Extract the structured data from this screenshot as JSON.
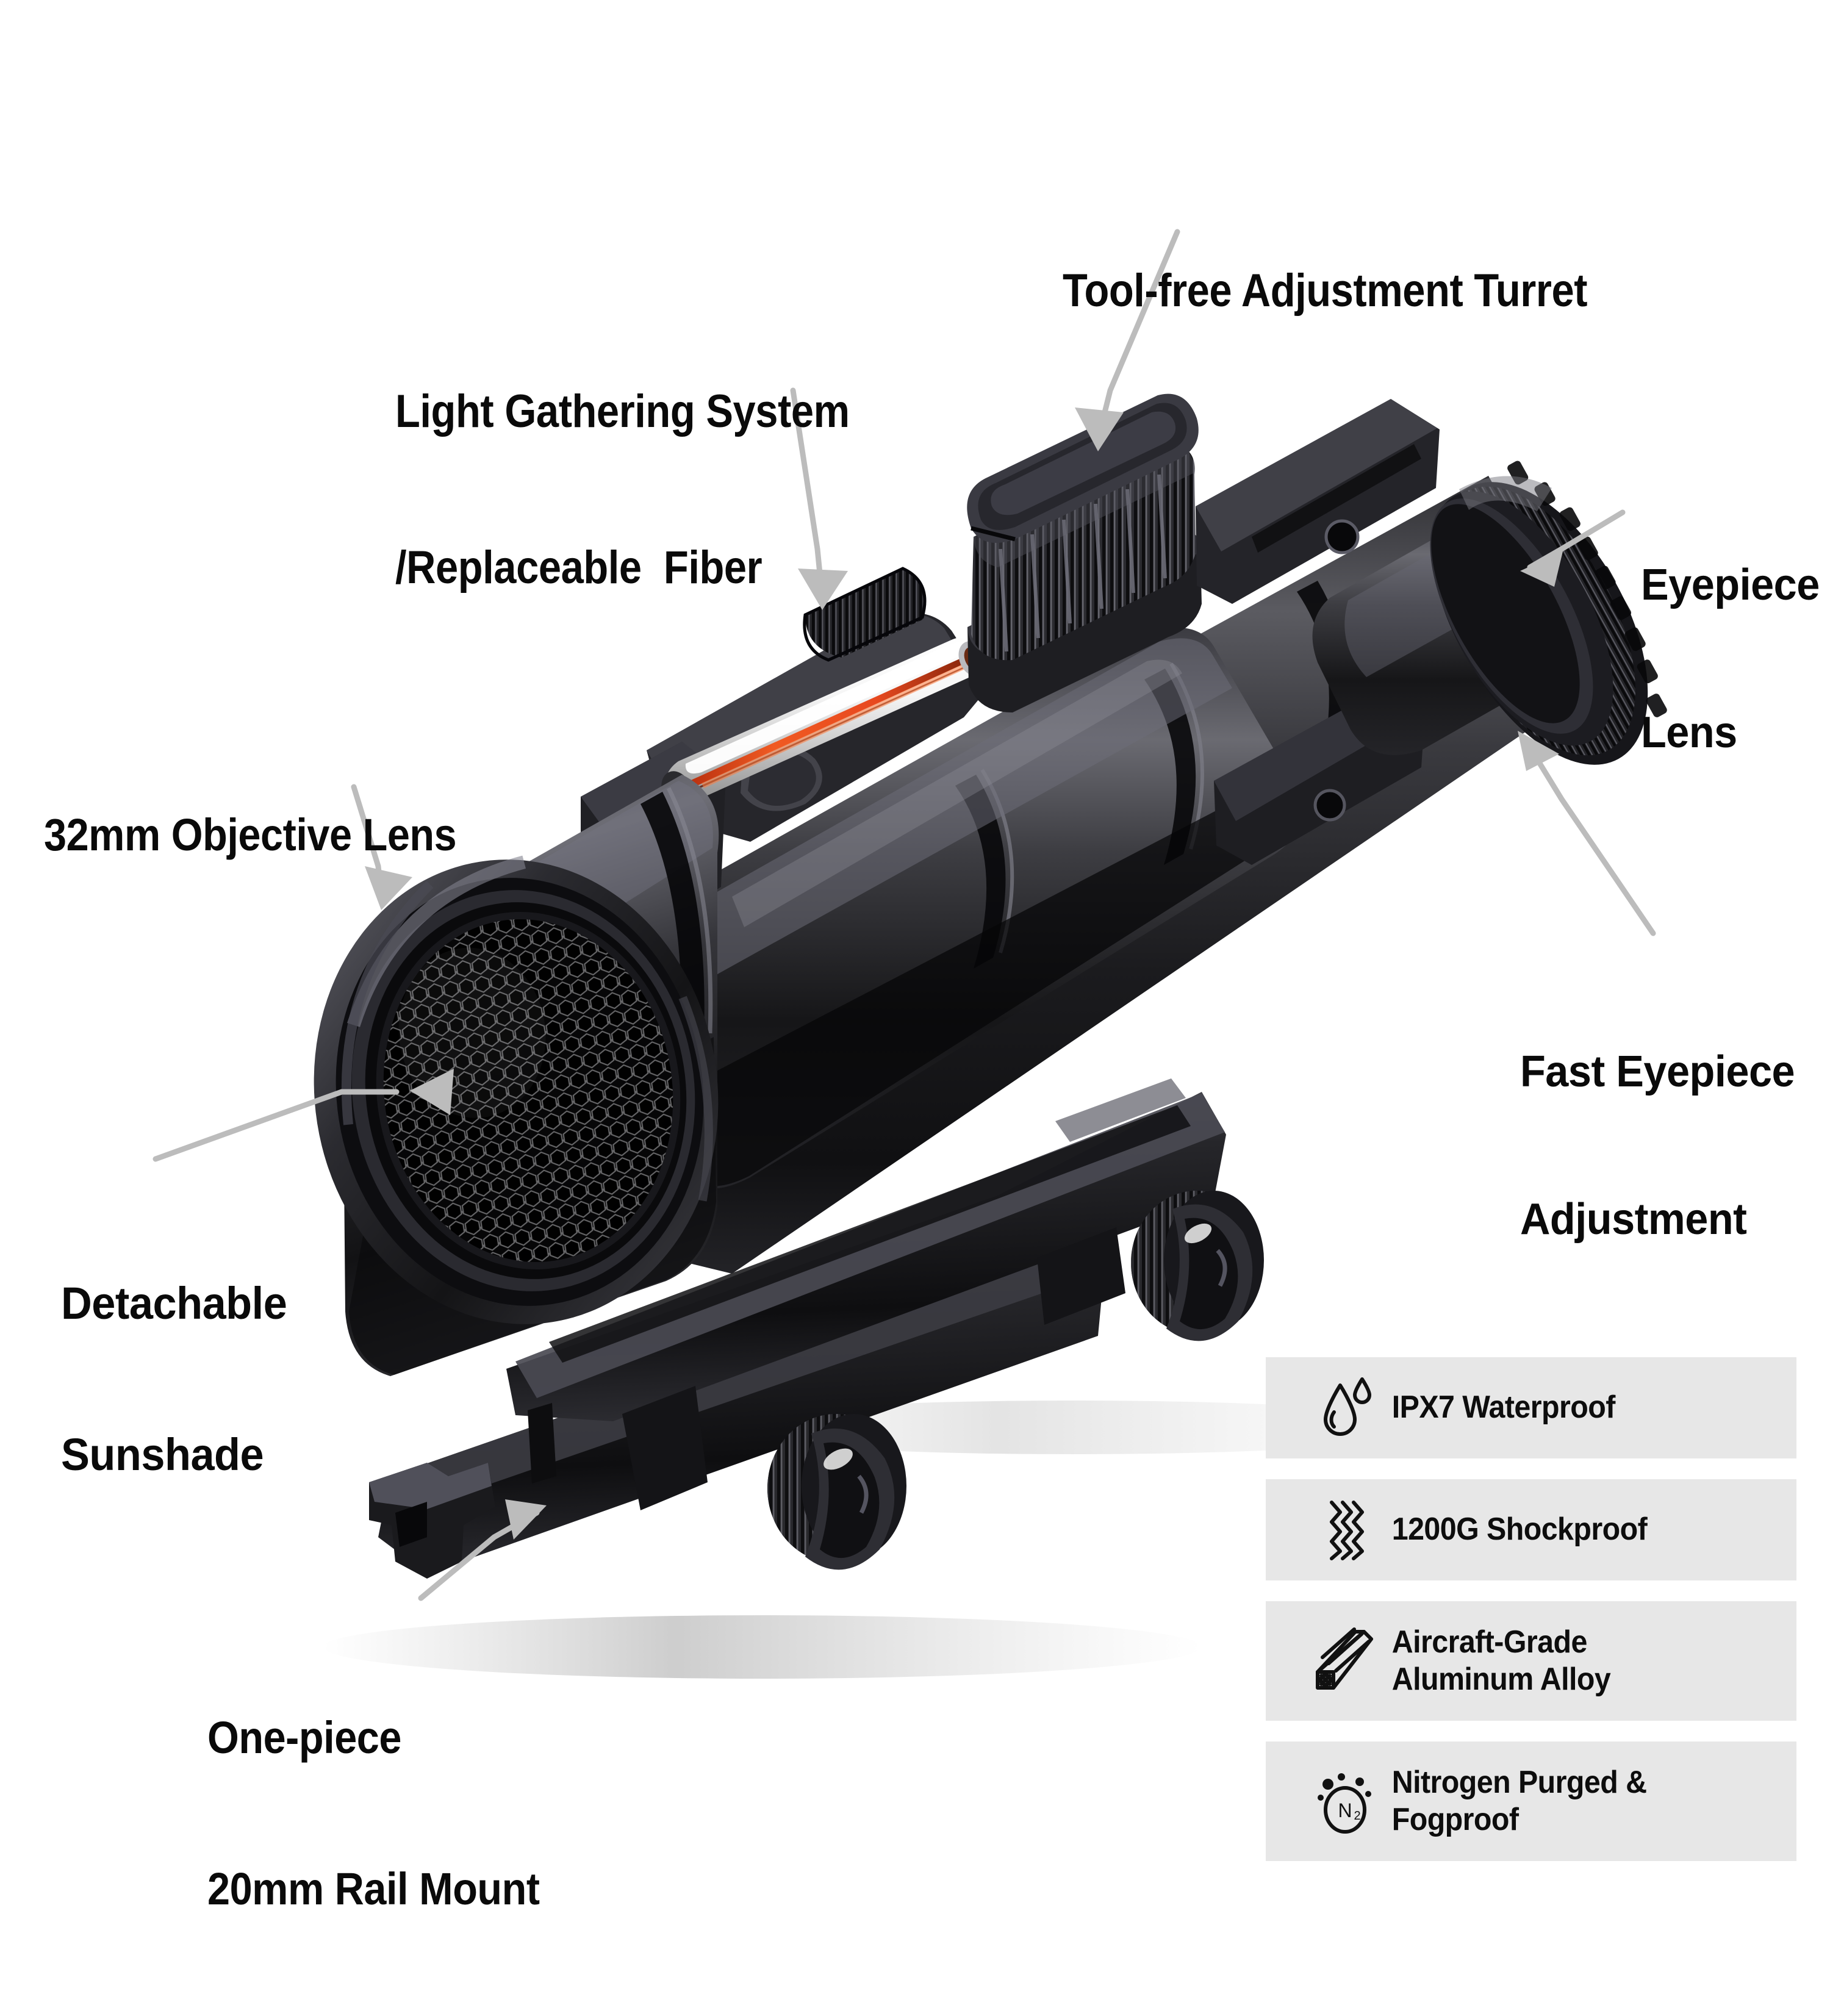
{
  "page": {
    "title": "Prismatic Rifle Scope Feature Callout Diagram",
    "background": "#ffffff",
    "leader_color": "#b9b9b9",
    "label_color": "#0a0a0a",
    "badge_bg": "#e7e7e7"
  },
  "callouts": [
    {
      "id": "turret",
      "label": "Tool-free Adjustment Turret",
      "lines": [
        "Tool-free Adjustment Turret"
      ]
    },
    {
      "id": "fiber",
      "label": "Light Gathering System /Replaceable  Fiber",
      "lines": [
        "Light Gathering System",
        "/Replaceable  Fiber"
      ]
    },
    {
      "id": "eyepiece-lens",
      "label": "Eyepiece Lens",
      "lines": [
        "Eyepiece",
        "Lens"
      ]
    },
    {
      "id": "objective",
      "label": "32mm Objective Lens",
      "lines": [
        "32mm Objective Lens"
      ]
    },
    {
      "id": "fast-eyepiece",
      "label": "Fast Eyepiece Adjustment",
      "lines": [
        "Fast Eyepiece",
        "Adjustment"
      ]
    },
    {
      "id": "sunshade",
      "label": "Detachable Sunshade",
      "lines": [
        "Detachable",
        "Sunshade"
      ]
    },
    {
      "id": "rail",
      "label": "One-piece 20mm Rail Mount",
      "lines": [
        "One-piece",
        "20mm Rail Mount"
      ]
    }
  ],
  "badges": [
    {
      "icon": "water-drop-icon",
      "text": "IPX7 Waterproof"
    },
    {
      "icon": "shock-wave-icon",
      "text": "1200G Shockproof"
    },
    {
      "icon": "aluminum-extrusion-icon",
      "text": "Aircraft-Grade\nAluminum Alloy"
    },
    {
      "icon": "nitrogen-n2-icon",
      "text": "Nitrogen Purged &\nFogproof"
    }
  ],
  "product": {
    "body_color": "#1c1c1e",
    "body_highlight": "#4a4a4e",
    "fiber_strand_color": "#e8491f",
    "fiber_housing_color": "#f2f2f2",
    "lens_grid_color": "#0a0a0a"
  }
}
